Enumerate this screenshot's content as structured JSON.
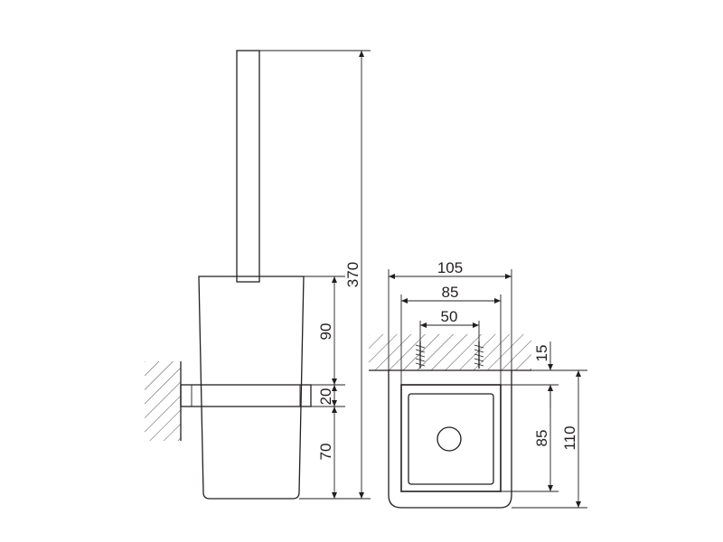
{
  "dimensions": {
    "total_height": "370",
    "cup_upper": "90",
    "bracket": "20",
    "cup_lower": "70",
    "plate_width": "105",
    "holder_width": "85",
    "screw_spacing": "50",
    "wall_gap": "15",
    "holder_depth": "85",
    "plate_depth": "110"
  },
  "colors": {
    "line": "#231f20",
    "background": "#ffffff"
  }
}
